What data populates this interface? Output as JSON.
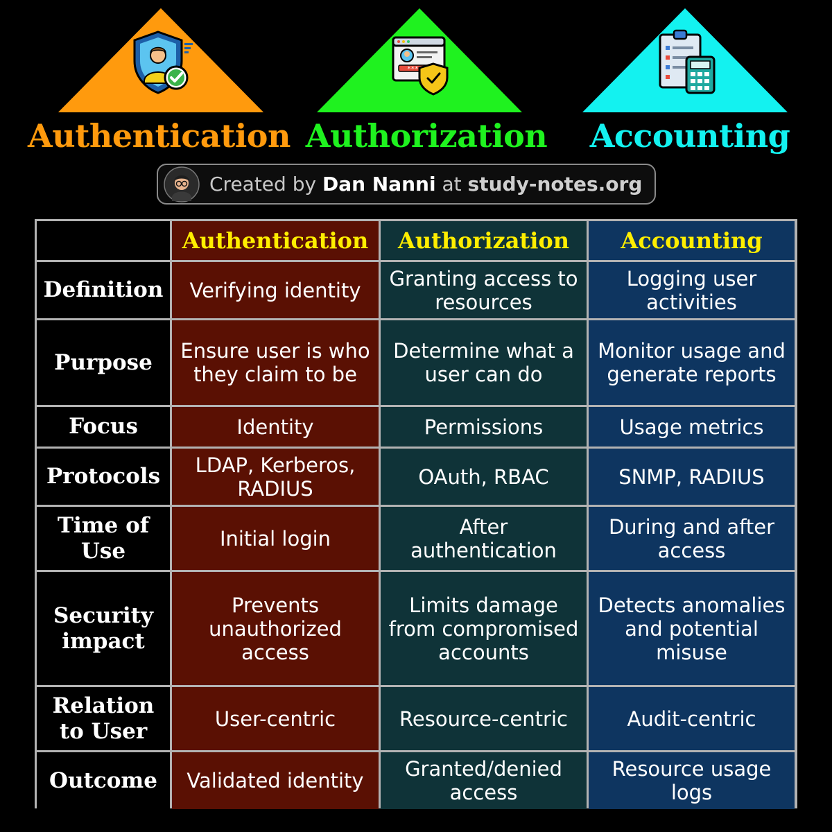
{
  "colors": {
    "authentication": "#ff9a0d",
    "authorization": "#1ff21f",
    "accounting": "#13f2f0",
    "header_text": "#ffee00",
    "authentication_cell": "#5a1003",
    "authorization_cell": "#0f3338",
    "accounting_cell": "#0e3560"
  },
  "hero": [
    {
      "title": "Authentication",
      "icon": "shield-user-check-icon"
    },
    {
      "title": "Authorization",
      "icon": "browser-password-shield-icon"
    },
    {
      "title": "Accounting",
      "icon": "clipboard-calculator-icon"
    }
  ],
  "credit": {
    "avatar": "author-avatar",
    "prefix": "Created by",
    "author": "Dan Nanni",
    "at": "at",
    "site": "study-notes.org"
  },
  "table": {
    "columns": [
      "Authentication",
      "Authorization",
      "Accounting"
    ],
    "rows": [
      {
        "label": "Definition",
        "cells": [
          "Verifying identity",
          "Granting access to resources",
          "Logging user activities"
        ]
      },
      {
        "label": "Purpose",
        "cells": [
          "Ensure user is who they claim to be",
          "Determine what a user can do",
          "Monitor usage and generate reports"
        ]
      },
      {
        "label": "Focus",
        "cells": [
          "Identity",
          "Permissions",
          "Usage metrics"
        ]
      },
      {
        "label": "Protocols",
        "cells": [
          "LDAP, Kerberos, RADIUS",
          "OAuth, RBAC",
          "SNMP, RADIUS"
        ]
      },
      {
        "label": "Time of Use",
        "cells": [
          "Initial login",
          "After authentication",
          "During and after access"
        ]
      },
      {
        "label": "Security impact",
        "cells": [
          "Prevents unauthorized access",
          "Limits damage from compromised accounts",
          "Detects anomalies and potential misuse"
        ]
      },
      {
        "label": "Relation to User",
        "cells": [
          "User-centric",
          "Resource-centric",
          "Audit-centric"
        ]
      },
      {
        "label": "Outcome",
        "cells": [
          "Validated identity",
          "Granted/denied access",
          "Resource usage logs"
        ]
      }
    ]
  }
}
